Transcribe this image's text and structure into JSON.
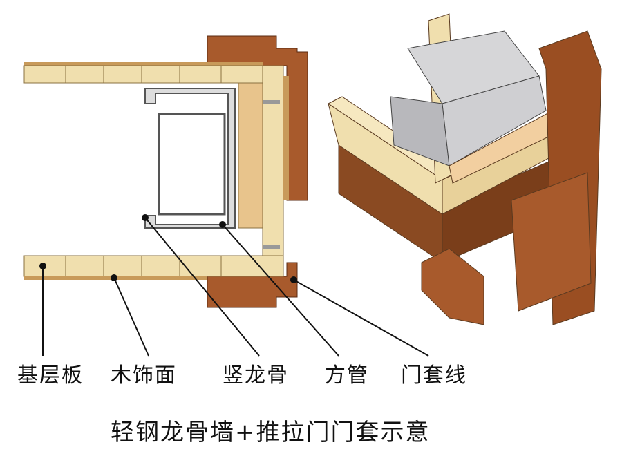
{
  "labels": {
    "base_board": "基层板",
    "wood_veneer": "木饰面",
    "vertical_stud": "竖龙骨",
    "square_tube": "方管",
    "door_trim": "门套线"
  },
  "title": "轻钢龙骨墙+推拉门门套示意",
  "colors": {
    "plywood": "#ecd9a8",
    "wood": "#a0522d",
    "steel": "#c9c9cc"
  }
}
